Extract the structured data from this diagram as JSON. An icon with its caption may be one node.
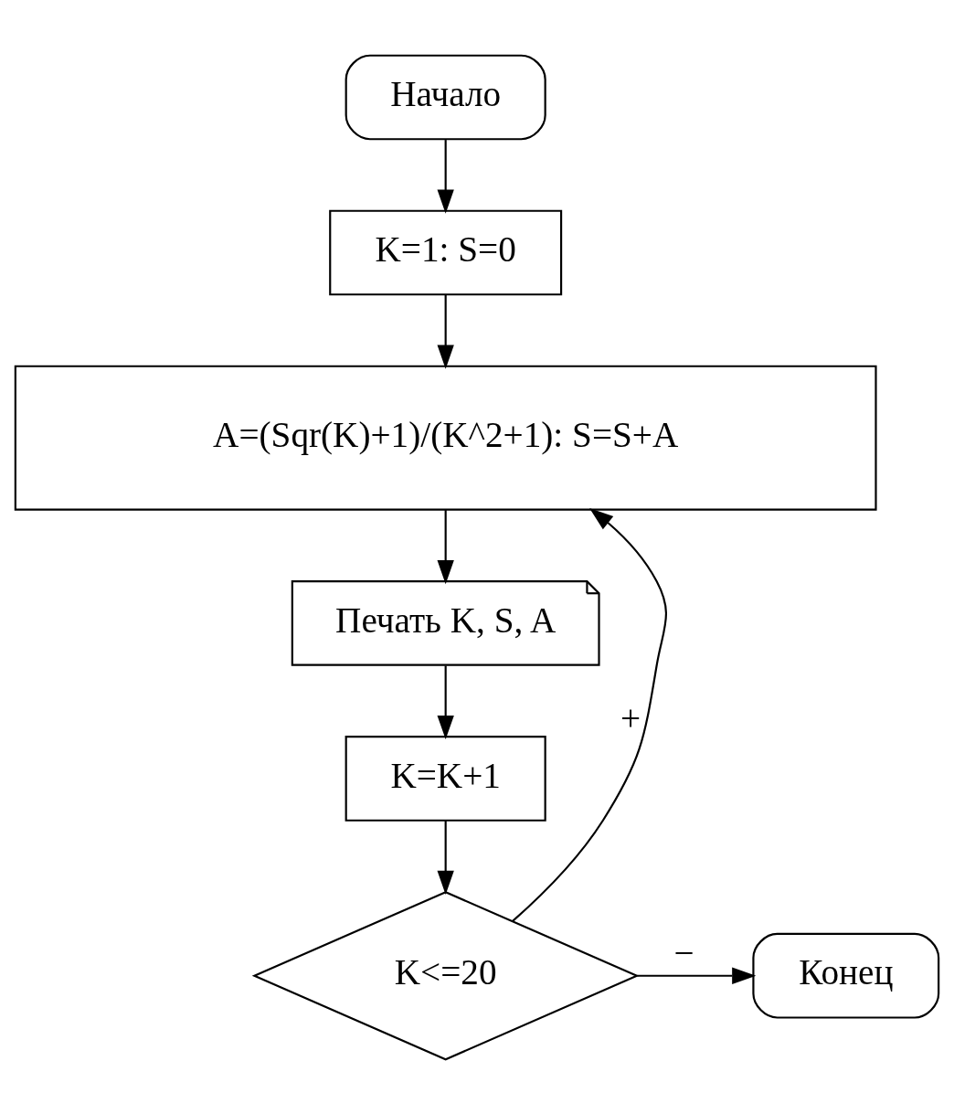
{
  "diagram": {
    "nodes": [
      {
        "text": [
          "Начало"
        ]
      },
      {
        "text": [
          "K=1: S=0"
        ]
      },
      {
        "text": [
          "A=(Sqr(K)+1)/(K^2+1): S=S+A"
        ]
      },
      {
        "text": [
          "Печать K, S, A"
        ]
      },
      {
        "text": [
          "K=K+1"
        ]
      },
      {
        "text": [
          "K<=20"
        ]
      },
      {
        "text": [
          "Конец"
        ]
      }
    ],
    "edges": [
      {
        "from": 0,
        "to": 1,
        "arrow": "to"
      },
      {
        "from": 1,
        "to": 2,
        "arrow": "to"
      },
      {
        "from": 2,
        "to": 3,
        "arrow": "to"
      },
      {
        "from": 3,
        "to": 4,
        "arrow": "to"
      },
      {
        "from": 4,
        "to": 5,
        "arrow": "to"
      },
      {
        "from": 5,
        "to": 2,
        "arrow": "to",
        "label": "+"
      },
      {
        "from": 5,
        "to": 6,
        "arrow": "to",
        "label": "−"
      }
    ]
  }
}
